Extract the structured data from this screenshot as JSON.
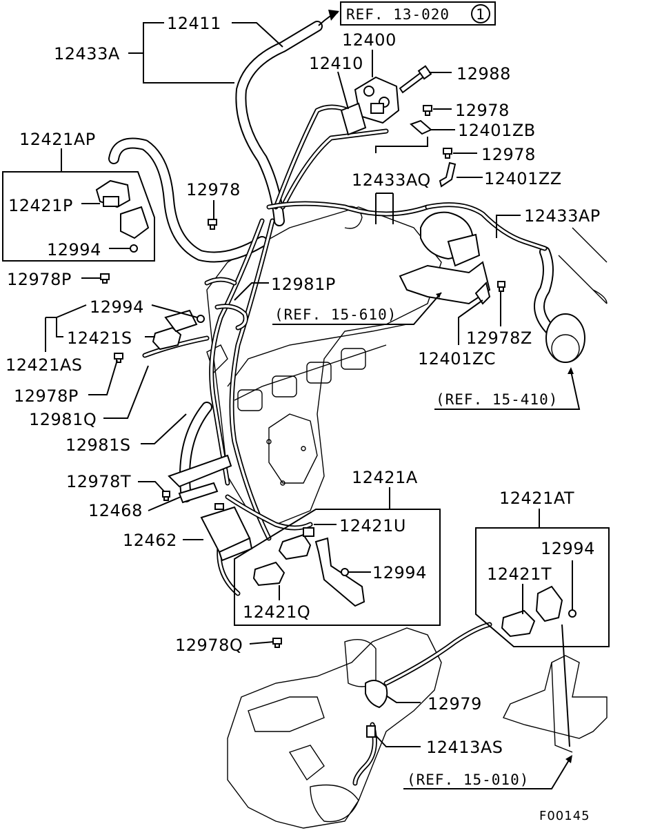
{
  "title_ref": {
    "text": "REF. 13-020",
    "circled": "1"
  },
  "labels": {
    "p12411": "12411",
    "p12433A": "12433A",
    "p12400": "12400",
    "p12410": "12410",
    "p12988": "12988",
    "p12978_a": "12978",
    "p12401ZB": "12401ZB",
    "p12978_b": "12978",
    "p12401ZZ": "12401ZZ",
    "p12433AQ": "12433AQ",
    "p12433AP": "12433AP",
    "p12421AP": "12421AP",
    "p12421P": "12421P",
    "p12994_a": "12994",
    "p12978_c": "12978",
    "p12978P_a": "12978P",
    "p12981P": "12981P",
    "p12994_b": "12994",
    "p12421S": "12421S",
    "p12421AS": "12421AS",
    "p12978P_b": "12978P",
    "p12981Q": "12981Q",
    "p12981S": "12981S",
    "p12401ZC": "12401ZC",
    "p12978Z": "12978Z",
    "p12978T": "12978T",
    "p12468": "12468",
    "p12462": "12462",
    "p12421A": "12421A",
    "p12421U": "12421U",
    "p12994_c": "12994",
    "p12421Q": "12421Q",
    "p12421AT": "12421AT",
    "p12994_d": "12994",
    "p12421T": "12421T",
    "p12978Q": "12978Q",
    "p12979": "12979",
    "p12413AS": "12413AS"
  },
  "refs": {
    "r15_610": "(REF. 15-610)",
    "r15_410": "(REF. 15-410)",
    "r15_010": "(REF. 15-010)"
  },
  "figure_code": "F00145"
}
